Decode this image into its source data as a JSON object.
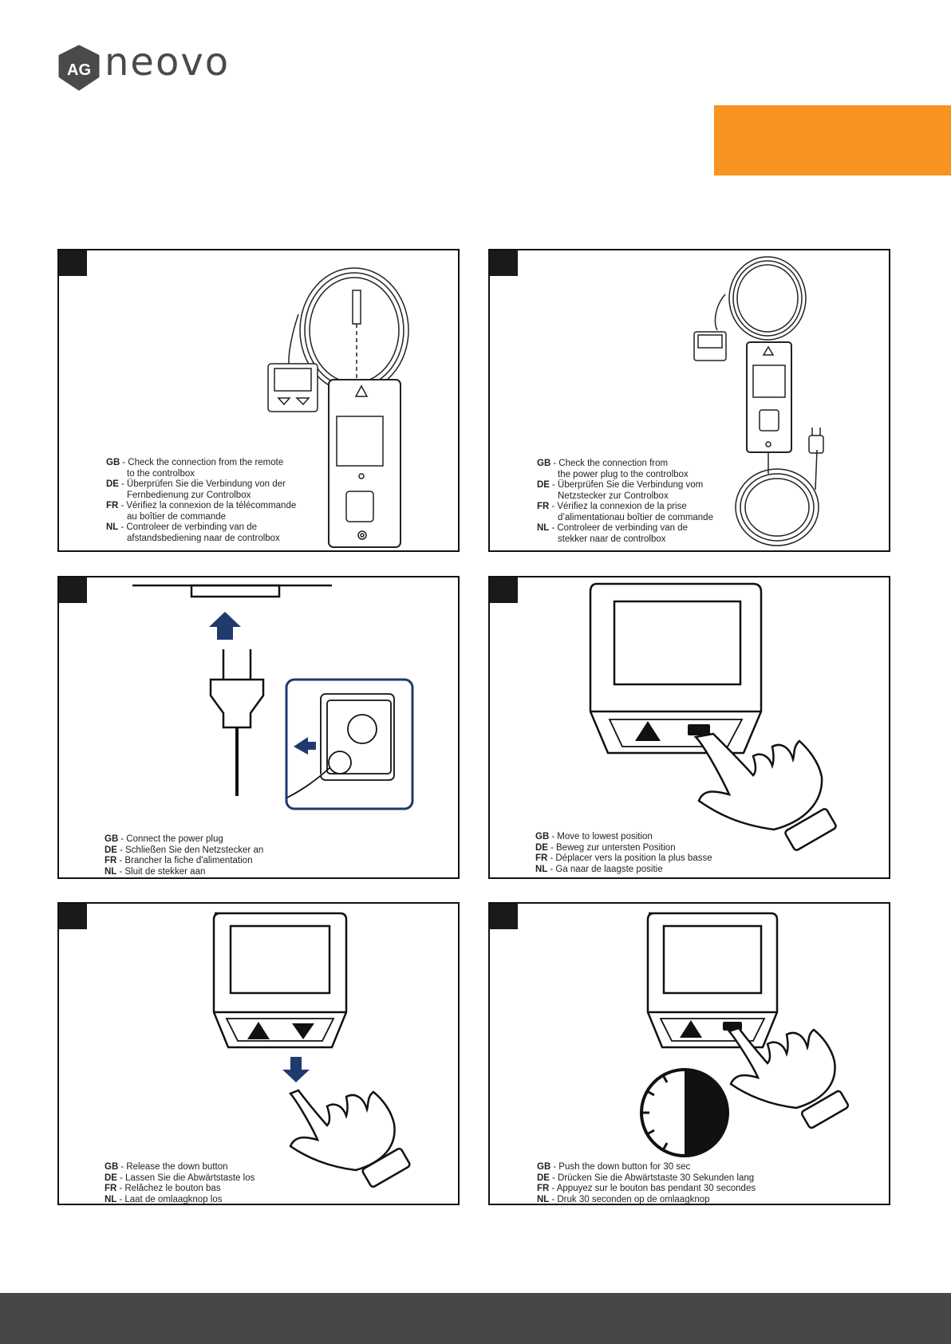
{
  "brand": {
    "logo_mark": "AG",
    "logo_word": "neovo",
    "accent_color": "#f7931e",
    "footer_color": "#454749",
    "arrow_color": "#1e3a6e"
  },
  "panels": [
    {
      "icon": "remote-cable-controlbox-illustration",
      "lines": [
        {
          "code": "GB",
          "text": "- Check the connection from the remote"
        },
        {
          "code": "",
          "text": "to the controlbox"
        },
        {
          "code": "DE",
          "text": "- Überprüfen Sie die Verbindung von der"
        },
        {
          "code": "",
          "text": "Fernbedienung zur Controlbox"
        },
        {
          "code": "FR",
          "text": "- Vérifiez la connexion de la télécommande"
        },
        {
          "code": "",
          "text": "au boîtier de commande"
        },
        {
          "code": "NL",
          "text": "- Controleer de verbinding van de"
        },
        {
          "code": "",
          "text": "afstandsbediening naar de controlbox"
        }
      ]
    },
    {
      "icon": "power-plug-controlbox-illustration",
      "lines": [
        {
          "code": "GB",
          "text": "- Check the connection from"
        },
        {
          "code": "",
          "text": "the power plug to the controlbox"
        },
        {
          "code": "DE",
          "text": "- Überprüfen Sie die Verbindung vom"
        },
        {
          "code": "",
          "text": "Netzstecker zur Controlbox"
        },
        {
          "code": "FR",
          "text": "- Vérifiez la connexion de la prise"
        },
        {
          "code": "",
          "text": "d’alimentationau boîtier de commande"
        },
        {
          "code": "NL",
          "text": "- Controleer de verbinding van de"
        },
        {
          "code": "",
          "text": "stekker naar de controlbox"
        }
      ]
    },
    {
      "icon": "plug-into-socket-illustration",
      "lines": [
        {
          "code": "GB",
          "text": "- Connect the power plug"
        },
        {
          "code": "DE",
          "text": "- Schließen Sie den Netzstecker an"
        },
        {
          "code": "FR",
          "text": "- Brancher la fiche d'alimentation"
        },
        {
          "code": "NL",
          "text": "- Sluit de stekker aan"
        }
      ]
    },
    {
      "icon": "press-down-button-illustration",
      "lines": [
        {
          "code": "GB",
          "text": "- Move to lowest position"
        },
        {
          "code": "DE",
          "text": "- Beweg zur untersten Position"
        },
        {
          "code": "FR",
          "text": "- Déplacer vers la position la plus basse"
        },
        {
          "code": "NL",
          "text": "- Ga naar de laagste positie"
        }
      ]
    },
    {
      "icon": "release-down-button-illustration",
      "lines": [
        {
          "code": "GB",
          "text": "- Release the down button"
        },
        {
          "code": "DE",
          "text": "- Lassen Sie die Abwärtstaste los"
        },
        {
          "code": "FR",
          "text": "- Relâchez le bouton bas"
        },
        {
          "code": "NL",
          "text": "- Laat de omlaagknop los"
        }
      ]
    },
    {
      "icon": "hold-button-30-seconds-illustration",
      "lines": [
        {
          "code": "GB",
          "text": "- Push the down button for 30 sec"
        },
        {
          "code": "DE",
          "text": "- Drücken Sie die Abwärtstaste 30 Sekunden lang"
        },
        {
          "code": "FR",
          "text": "- Appuyez sur le bouton bas pendant 30 secondes"
        },
        {
          "code": "NL",
          "text": "- Druk 30 seconden op de omlaagknop"
        }
      ]
    }
  ]
}
